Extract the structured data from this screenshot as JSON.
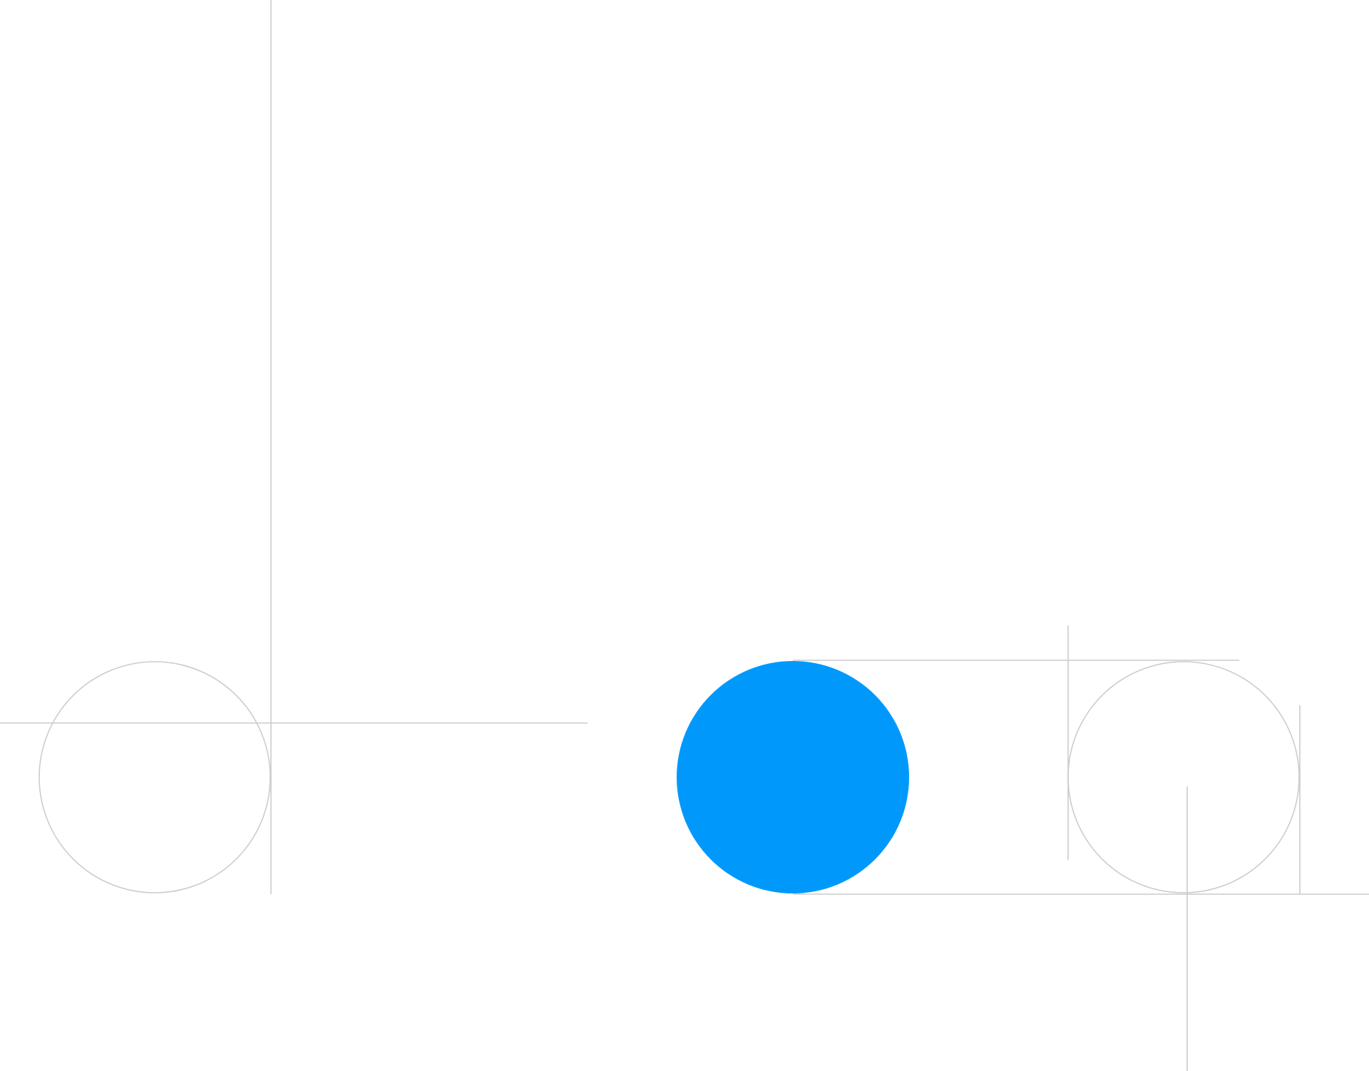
{
  "colors": {
    "background": "#ffffff",
    "guide": "#cccccc",
    "accent": "#0099fb"
  },
  "shapes": {
    "left_outline_circle": "empty-circle",
    "center_filled_circle": "filled-circle",
    "right_outline_circle": "empty-circle"
  }
}
